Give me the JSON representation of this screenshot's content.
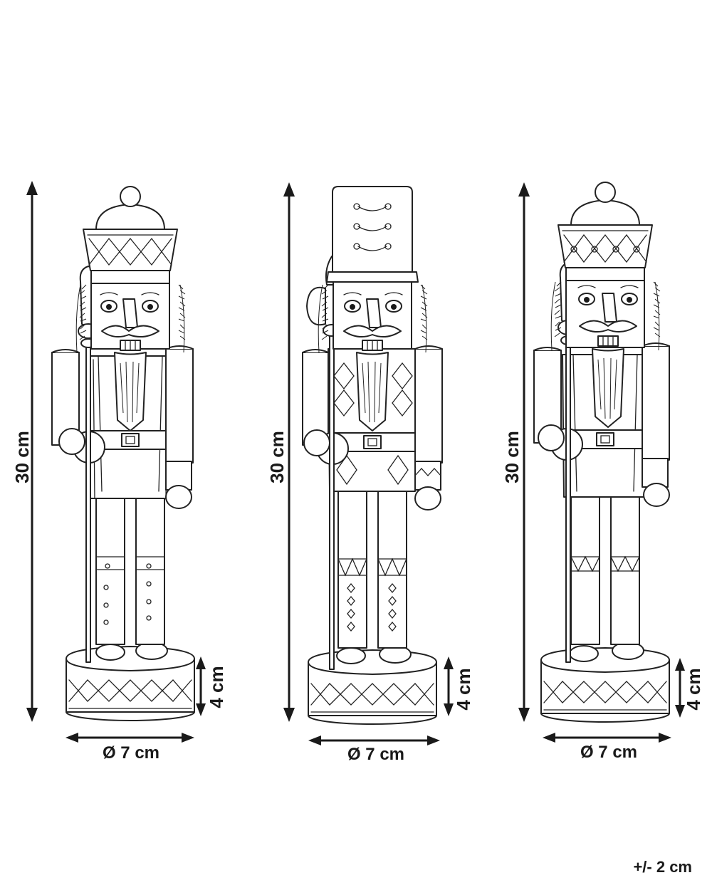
{
  "figures": [
    {
      "id": "nutcracker-king-left",
      "hat": "crown",
      "staff": "scepter",
      "dims": {
        "height_label": "30 cm",
        "base_height_label": "4 cm",
        "diameter_label": "Ø 7 cm"
      }
    },
    {
      "id": "nutcracker-soldier-middle",
      "hat": "shako",
      "staff": "halberd",
      "dims": {
        "height_label": "30 cm",
        "base_height_label": "4 cm",
        "diameter_label": "Ø 7 cm"
      }
    },
    {
      "id": "nutcracker-king-right",
      "hat": "crown",
      "staff": "scepter",
      "dims": {
        "height_label": "30 cm",
        "base_height_label": "4 cm",
        "diameter_label": "Ø 7 cm"
      }
    }
  ],
  "tolerance_label": "+/- 2 cm",
  "colors": {
    "line": "#1a1a1a",
    "background": "#ffffff"
  }
}
